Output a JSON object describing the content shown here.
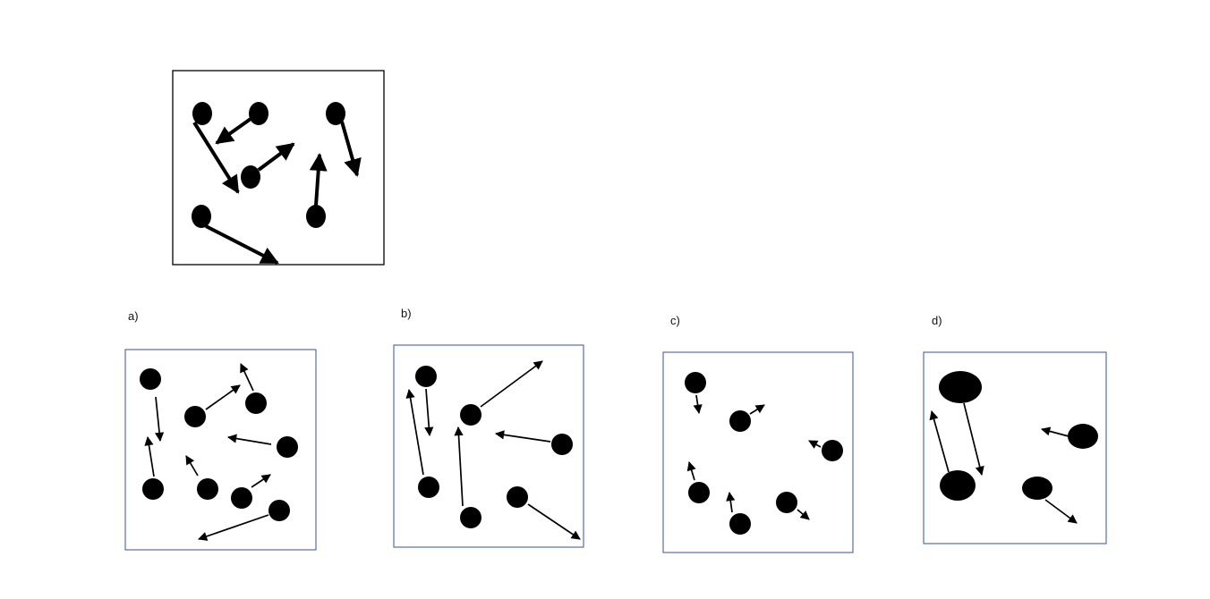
{
  "labels": {
    "a": "a)",
    "b": "b)",
    "c": "c)",
    "d": "d)"
  },
  "colors": {
    "particle": "#000000",
    "reference_frame": "#000000",
    "option_frame": "#3a4f9a"
  }
}
